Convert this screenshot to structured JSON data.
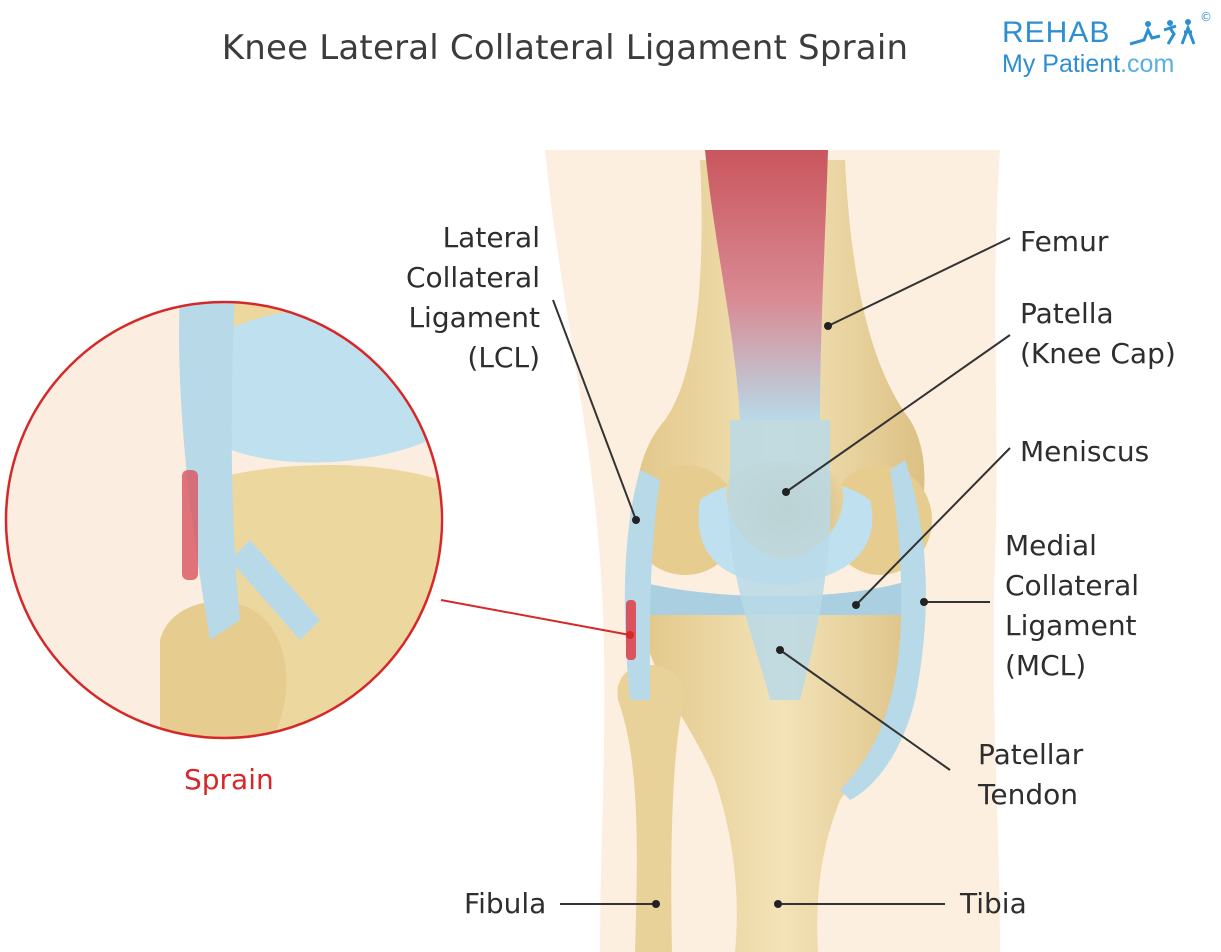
{
  "title": "Knee Lateral Collateral Ligament Sprain",
  "logo": {
    "line1": "REHAB",
    "line2_a": "My Patient",
    "line2_b": ".com",
    "copyright": "©"
  },
  "labels": {
    "lcl": [
      "Lateral",
      "Collateral",
      "Ligament",
      "(LCL)"
    ],
    "femur": "Femur",
    "patella": [
      "Patella",
      "(Knee Cap)"
    ],
    "meniscus": "Meniscus",
    "mcl": [
      "Medial",
      "Collateral",
      "Ligament",
      "(MCL)"
    ],
    "patellar_tendon": [
      "Patellar",
      "Tendon"
    ],
    "fibula": "Fibula",
    "tibia": "Tibia",
    "sprain": "Sprain"
  },
  "colors": {
    "bone": "#ecd9a6",
    "bone_shade": "#d9bd7c",
    "ligament": "#b8d9e8",
    "cartilage": "#bfe0ee",
    "muscle": "#c9565e",
    "skin": "#fbe9d6",
    "sprain_accent": "#d62828",
    "logo_blue": "#2d8fd2"
  }
}
